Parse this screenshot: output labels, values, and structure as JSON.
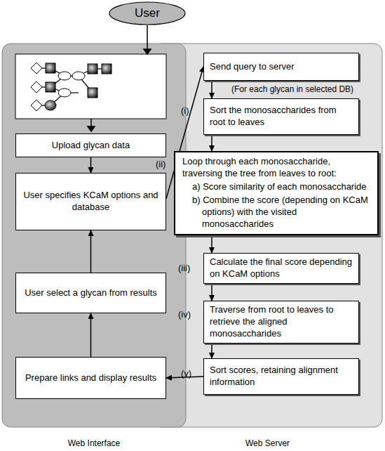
{
  "diagram": {
    "nodes": [
      {
        "text": [
          "User"
        ]
      },
      {
        "text": [
          "Web Interface"
        ]
      },
      {
        "text": [
          "Web Server"
        ]
      },
      {
        "text": [
          "Upload glycan data"
        ],
        "in": 1
      },
      {
        "text": [
          "User specifies KCaM options and database"
        ],
        "in": 1
      },
      {
        "text": [
          "User select a glycan from results"
        ],
        "in": 1
      },
      {
        "text": [
          "Prepare links and display results"
        ],
        "in": 1
      },
      {
        "text": [
          "Send query to server"
        ],
        "in": 2
      },
      {
        "text": [
          "Sort the monosaccharides from root to leaves"
        ],
        "in": 2
      },
      {
        "text": [
          "Loop through each monosaccharide, traversing the tree from leaves to root:",
          "a) Score similarity of each monosaccharide",
          "b) Combine the score (depending on KCaM options) with the visited monosaccharides"
        ],
        "in": 2
      },
      {
        "text": [
          "Calculate the final score depending on KCaM options"
        ],
        "in": 2
      },
      {
        "text": [
          "Traverse from root to leaves to retrieve the aligned monosaccharides"
        ],
        "in": 2
      },
      {
        "text": [
          "Sort scores, retaining alignment information"
        ],
        "in": 2
      }
    ],
    "edges": [
      {
        "from": 3,
        "to": 4,
        "arrow": "to"
      },
      {
        "from": 4,
        "to": 7,
        "arrow": "to"
      },
      {
        "from": 7,
        "to": 8,
        "arrow": "to"
      },
      {
        "from": 8,
        "to": 9,
        "arrow": "to"
      },
      {
        "from": 9,
        "to": 10,
        "arrow": "to"
      },
      {
        "from": 10,
        "to": 11,
        "arrow": "to"
      },
      {
        "from": 11,
        "to": 12,
        "arrow": "to"
      },
      {
        "from": 12,
        "to": 6,
        "arrow": "to"
      },
      {
        "from": 6,
        "to": 5,
        "arrow": "to"
      },
      {
        "from": 5,
        "to": 4,
        "arrow": "to"
      }
    ],
    "labels": [
      "(For each glycan in selected DB)",
      "(i)",
      "(ii)",
      "(iii)",
      "(iv)",
      "(v)"
    ]
  }
}
